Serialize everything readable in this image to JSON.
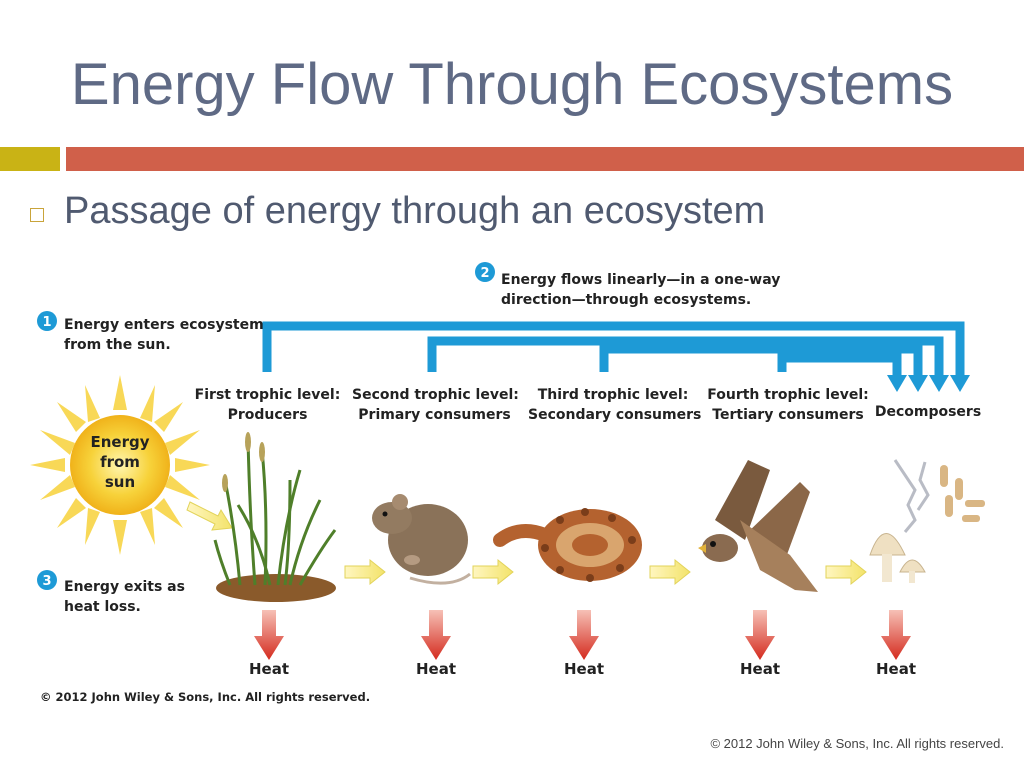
{
  "slide": {
    "title": "Energy Flow Through Ecosystems",
    "bullet": "Passage of energy through an ecosystem",
    "footer": "© 2012 John Wiley & Sons, Inc. All rights reserved."
  },
  "figure": {
    "step1_number": "1",
    "step1_line1": "Energy enters ecosystem",
    "step1_line2": "from the sun.",
    "step2_number": "2",
    "step2_line1": "Energy flows linearly—in a one-way",
    "step2_line2": "direction—through ecosystems.",
    "step3_number": "3",
    "step3_line1": "Energy exits as",
    "step3_line2": "heat loss.",
    "sun_line1": "Energy",
    "sun_line2": "from",
    "sun_line3": "sun",
    "levels": [
      {
        "line1": "First trophic level:",
        "line2": "Producers"
      },
      {
        "line1": "Second trophic level:",
        "line2": "Primary consumers"
      },
      {
        "line1": "Third trophic level:",
        "line2": "Secondary consumers"
      },
      {
        "line1": "Fourth trophic level:",
        "line2": "Tertiary consumers"
      },
      {
        "line1": "Decomposers",
        "line2": ""
      }
    ],
    "heat_label": "Heat",
    "copyright": "© 2012 John Wiley & Sons, Inc. All rights reserved."
  },
  "colors": {
    "title": "#5f6a85",
    "accent_gold": "#c9b315",
    "accent_red": "#d0604a",
    "flow_blue": "#1e9ad6",
    "heat_red": "#d93a2b",
    "sun_yellow": "#f7c72a"
  }
}
